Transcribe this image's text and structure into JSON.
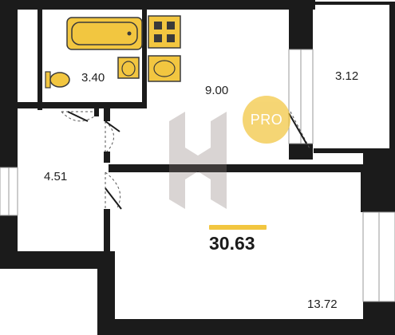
{
  "rooms": {
    "bathroom": {
      "area": "3.40"
    },
    "kitchen": {
      "area": "9.00"
    },
    "balcony": {
      "area": "3.12"
    },
    "hallway": {
      "area": "4.51"
    },
    "living_room": {
      "area": "13.72"
    }
  },
  "total_area": "30.63",
  "badge": {
    "text": "PRO"
  },
  "colors": {
    "wall": "#1b1b1b",
    "fixture": "#f2c640",
    "fixture_stroke": "#3a3a3a",
    "accent_bar": "#f2c640",
    "badge": "#f2c640",
    "watermark": "#8a7d78",
    "window": "#9a9a9a"
  },
  "icons": {
    "bathtub": "bathtub-icon",
    "stove": "stove-icon",
    "sink": "sink-icon",
    "toilet": "toilet-icon",
    "watermark": "brand-watermark-icon"
  }
}
